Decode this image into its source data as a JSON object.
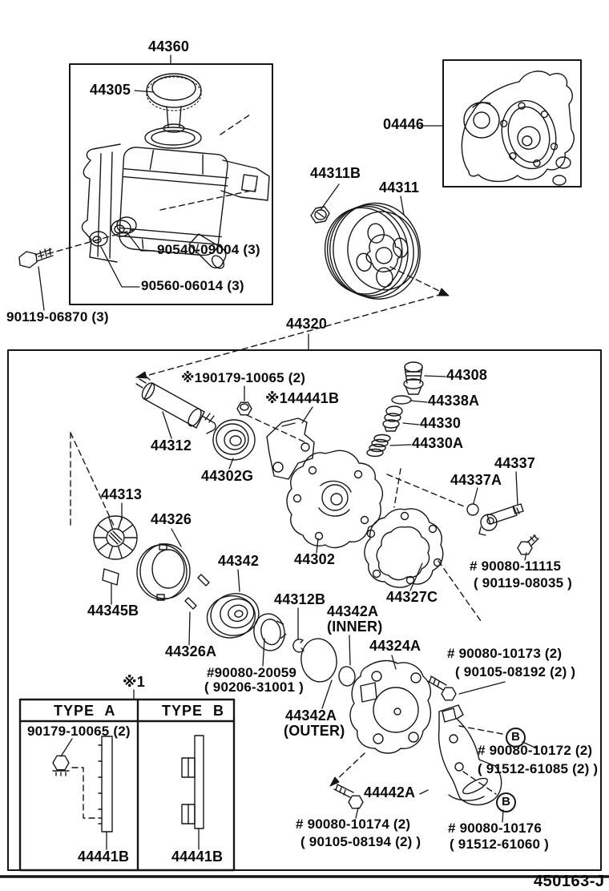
{
  "diagram": {
    "footer_code": "450163-J",
    "reservoir_box": {
      "assembly": "44360",
      "cap": "44305",
      "grommet": "90540-09004 (3)",
      "collar": "90560-06014 (3)",
      "bolt": "90119-06870 (3)"
    },
    "gasket_kit": {
      "part": "04446"
    },
    "pulley_group": {
      "nut": "44311B",
      "pulley": "44311"
    },
    "pump": {
      "assembly": "44320",
      "shaft_nut": "※190179-10065 (2)",
      "bracket_plate": "※144441B",
      "shaft": "44312",
      "bearing": "44302G",
      "bleeder": "44308",
      "bleeder_oring": "44338A",
      "flow_valve": "44330",
      "valve_spring": "44330A",
      "stud": "44337",
      "stud_oring": "44337A",
      "bolt_11115": "# 90080-11115",
      "bolt_11115_alt": "( 90119-08035 )",
      "rotor": "44313",
      "cam_ring": "44326",
      "rotor_assy": "44342",
      "vane": "44345B",
      "pin": "44326A",
      "front_housing": "44302",
      "gasket": "44327C",
      "snap_ring": "44312B",
      "oring_inner": "44342A",
      "oring_inner_note": "(INNER)",
      "rear_housing": "44324A",
      "ring_20059": "#90080-20059",
      "ring_20059_alt": "( 90206-31001 )",
      "oring_outer": "44342A",
      "oring_outer_note": "(OUTER)",
      "bolt_10173": "# 90080-10173 (2)",
      "bolt_10173_alt": "( 90105-08192 (2) )",
      "marker_b1": "B",
      "bolt_10172": "# 90080-10172 (2)",
      "bolt_10172_alt": "( 91512-61085 (2) )",
      "bracket": "44442A",
      "bolt_10174": "# 90080-10174 (2)",
      "bolt_10174_alt": "( 90105-08194 (2) )",
      "marker_b2": "B",
      "bolt_10176": "# 90080-10176",
      "bolt_10176_alt": "( 91512-61060 )"
    },
    "type_table": {
      "note": "※1",
      "col_a": "TYPE A",
      "col_b": "TYPE B",
      "nut_a": "90179-10065 (2)",
      "plate_a": "44441B",
      "plate_b": "44441B"
    }
  }
}
